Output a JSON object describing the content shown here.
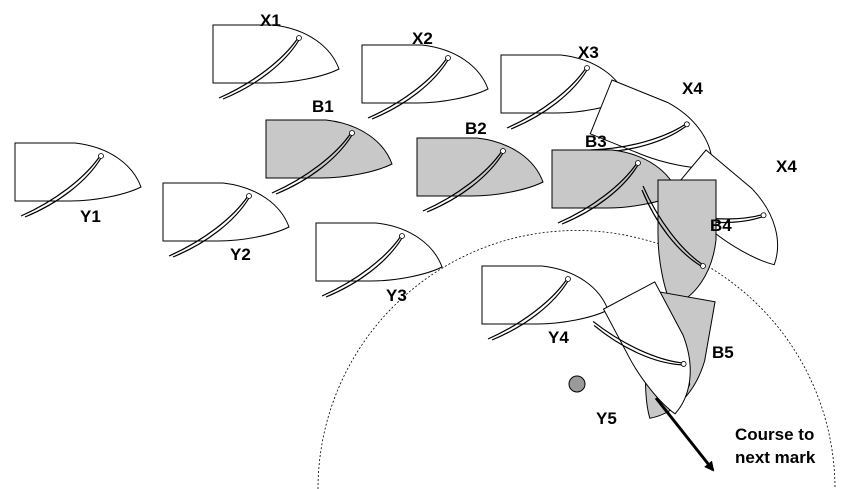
{
  "colors": {
    "white_boat": "#ffffff",
    "blue_boat": "#c8c8c8",
    "outline": "#000000",
    "mark": "#9a9a9a"
  },
  "boats": [
    {
      "id": "x1",
      "label": "X1",
      "color": "white"
    },
    {
      "id": "x2",
      "label": "X2",
      "color": "white"
    },
    {
      "id": "x3",
      "label": "X3",
      "color": "white"
    },
    {
      "id": "x4a",
      "label": "X4",
      "color": "white"
    },
    {
      "id": "x4b",
      "label": "X4",
      "color": "white"
    },
    {
      "id": "b1",
      "label": "B1",
      "color": "gray"
    },
    {
      "id": "b2",
      "label": "B2",
      "color": "gray"
    },
    {
      "id": "b3",
      "label": "B3",
      "color": "gray"
    },
    {
      "id": "b4",
      "label": "B4",
      "color": "gray"
    },
    {
      "id": "b5",
      "label": "B5",
      "color": "gray"
    },
    {
      "id": "y1",
      "label": "Y1",
      "color": "white"
    },
    {
      "id": "y2",
      "label": "Y2",
      "color": "white"
    },
    {
      "id": "y3",
      "label": "Y3",
      "color": "white"
    },
    {
      "id": "y4",
      "label": "Y4",
      "color": "white"
    },
    {
      "id": "y5",
      "label": "Y5",
      "color": "white"
    }
  ],
  "course_label_line1": "Course to",
  "course_label_line2": "next mark"
}
